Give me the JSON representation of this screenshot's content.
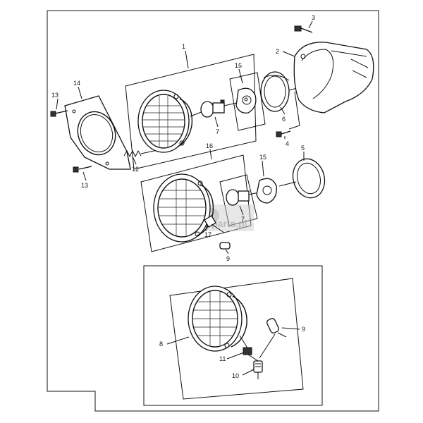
{
  "diagram": {
    "watermark": "parts.pl",
    "callouts": {
      "c1": "1",
      "c2": "2",
      "c3": "3",
      "c4": "4",
      "c5": "5",
      "c6": "6",
      "c7a": "7",
      "c7b": "7",
      "c8": "8",
      "c9a": "9",
      "c9b": "9",
      "c10": "10",
      "c11": "11",
      "c12": "12",
      "c13a": "13",
      "c13b": "13",
      "c14": "14",
      "c15a": "15",
      "c15b": "15",
      "c16": "16",
      "c17": "17"
    }
  }
}
